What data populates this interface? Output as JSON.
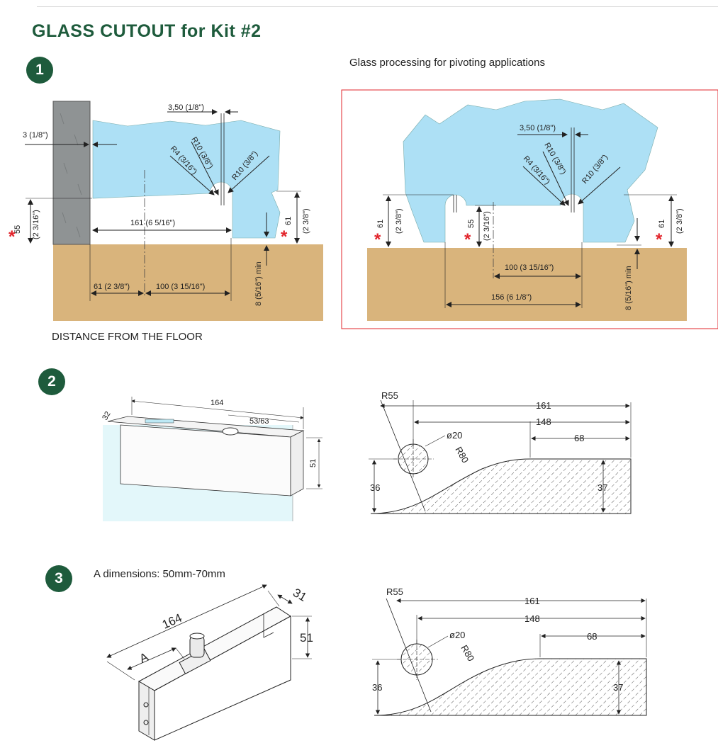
{
  "page": {
    "title": "GLASS CUTOUT for Kit #2",
    "accent_color": "#1e5b3c"
  },
  "steps": [
    {
      "number": "1"
    },
    {
      "number": "2"
    },
    {
      "number": "3"
    }
  ],
  "section1": {
    "left": {
      "dim_gap": "3 (1/8\")",
      "dim_slot": "3,50 (1/8\")",
      "r10a": "R10 (3/8\")",
      "r4": "R4 (3/16\")",
      "r10b": "R10 (3/8\")",
      "h55": "55",
      "h55_in": "(2  3/16\")",
      "w161": "161 (6  5/16\")",
      "h61": "61",
      "h61_in": "(2  3/8\")",
      "w61": "61 (2  3/8\")",
      "w100": "100 (3  15/16\")",
      "floor_gap": "8 (5/16\") min",
      "star": "*"
    },
    "caption_left": "DISTANCE FROM THE FLOOR",
    "caption_right": "Glass processing for pivoting applications",
    "right": {
      "dim_slot": "3,50 (1/8\")",
      "r10a": "R10 (3/8\")",
      "r4": "R4 (3/16\")",
      "r10b": "R10 (3/8\")",
      "h61l": "61",
      "h61l_in": "(2  3/8\")",
      "h55": "55",
      "h55_in": "(2  3/16\")",
      "w100": "100 (3  15/16\")",
      "w156": "156 (6  1/8\")",
      "h61r": "61",
      "h61r_in": "(2  3/8\")",
      "floor_gap": "8 (5/16\") min",
      "star": "*"
    }
  },
  "section2": {
    "fitting": {
      "len": "164",
      "depth": "32",
      "offset": "53/63",
      "height": "51"
    },
    "profile": {
      "r55": "R55",
      "d20": "ø20",
      "r80": "R80",
      "l161": "161",
      "l148": "148",
      "l68": "68",
      "h36": "36",
      "h37": "37"
    }
  },
  "section3": {
    "note": "A dimensions: 50mm-70mm",
    "fitting": {
      "len": "164",
      "depth": "31",
      "height": "51",
      "a": "A"
    },
    "profile": {
      "r55": "R55",
      "d20": "ø20",
      "r80": "R80",
      "l161": "161",
      "l148": "148",
      "l68": "68",
      "h36": "36",
      "h37": "37"
    }
  }
}
